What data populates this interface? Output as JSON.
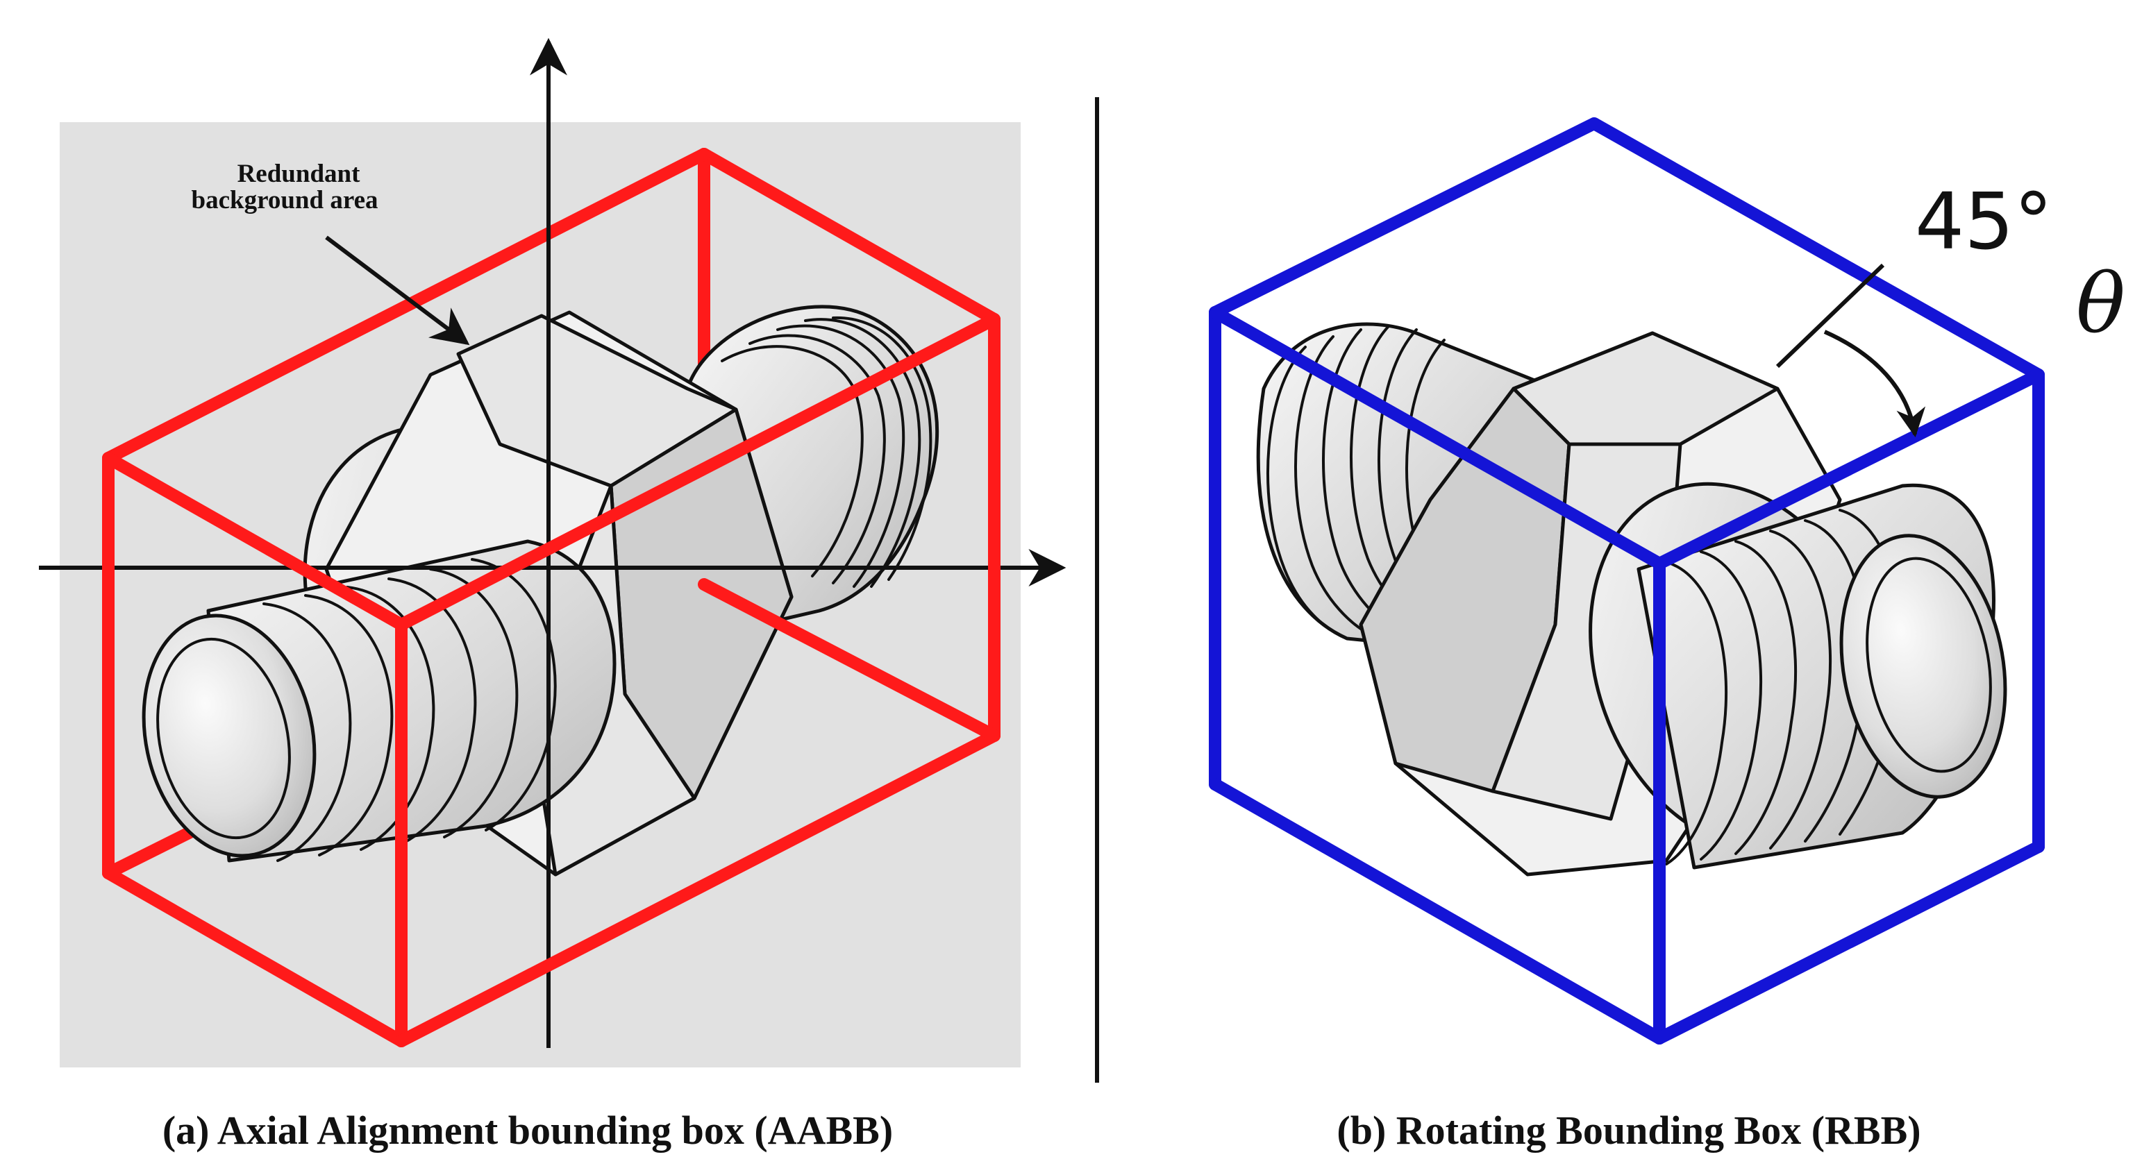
{
  "panel_a": {
    "caption": "(a) Axial Alignment bounding box (AABB)",
    "annotation_line1": "Redundant",
    "annotation_line2": "background area",
    "box_color": "#ff1a1a",
    "background_color": "#e1e1e1"
  },
  "panel_b": {
    "caption": "(b) Rotating Bounding Box (RBB)",
    "angle_label": "45°",
    "angle_symbol": "θ",
    "box_color": "#1414d6"
  },
  "divider_color": "#111111"
}
